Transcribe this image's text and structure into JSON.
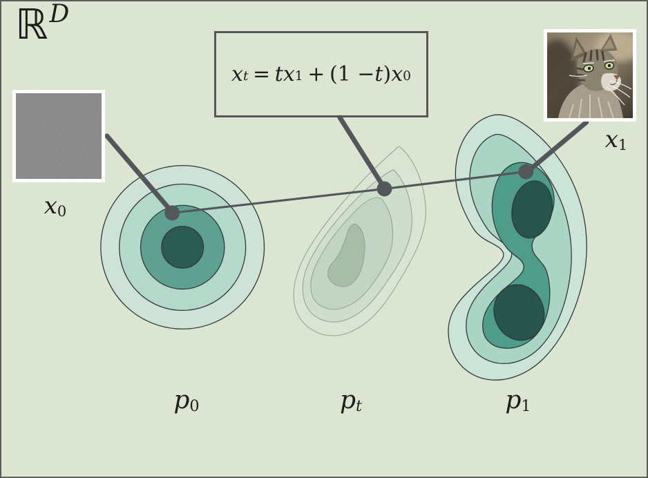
{
  "frame": {
    "ambient_base": "ℝ",
    "ambient_sup": "D"
  },
  "formula": {
    "x": "x",
    "t_sub": "t",
    "equals": "=",
    "coeff_t": "t",
    "x1": "x",
    "one_sub": "1",
    "plus": "+",
    "open_paren": "(1 − ",
    "t2": "t",
    "close_paren": ")",
    "x0": "x",
    "zero_sub": "0"
  },
  "samples": {
    "x0_base": "x",
    "x0_sub": "0",
    "x1_base": "x",
    "x1_sub": "1"
  },
  "distributions": {
    "p0_base": "p",
    "p0_sub": "0",
    "pt_base": "p",
    "pt_sub": "t",
    "p1_base": "p",
    "p1_sub": "1"
  },
  "colors": {
    "background": "#dbe5d1",
    "frame_border": "#5a5f5c",
    "connector": "#54575a",
    "contour_stroke_dark": "#32363b",
    "contour_stroke_faded": "#96a496",
    "p0_levels": [
      "#cfe2d7",
      "#b4d8c9",
      "#5fa190",
      "#2b5b51"
    ],
    "pt_levels": [
      "#d9e4d3",
      "#cfddcd",
      "#c2d4c4",
      "#a8bda7"
    ],
    "p1_levels": [
      "#cce3d8",
      "#aad5c5",
      "#4f9c8a",
      "#27554e"
    ]
  }
}
